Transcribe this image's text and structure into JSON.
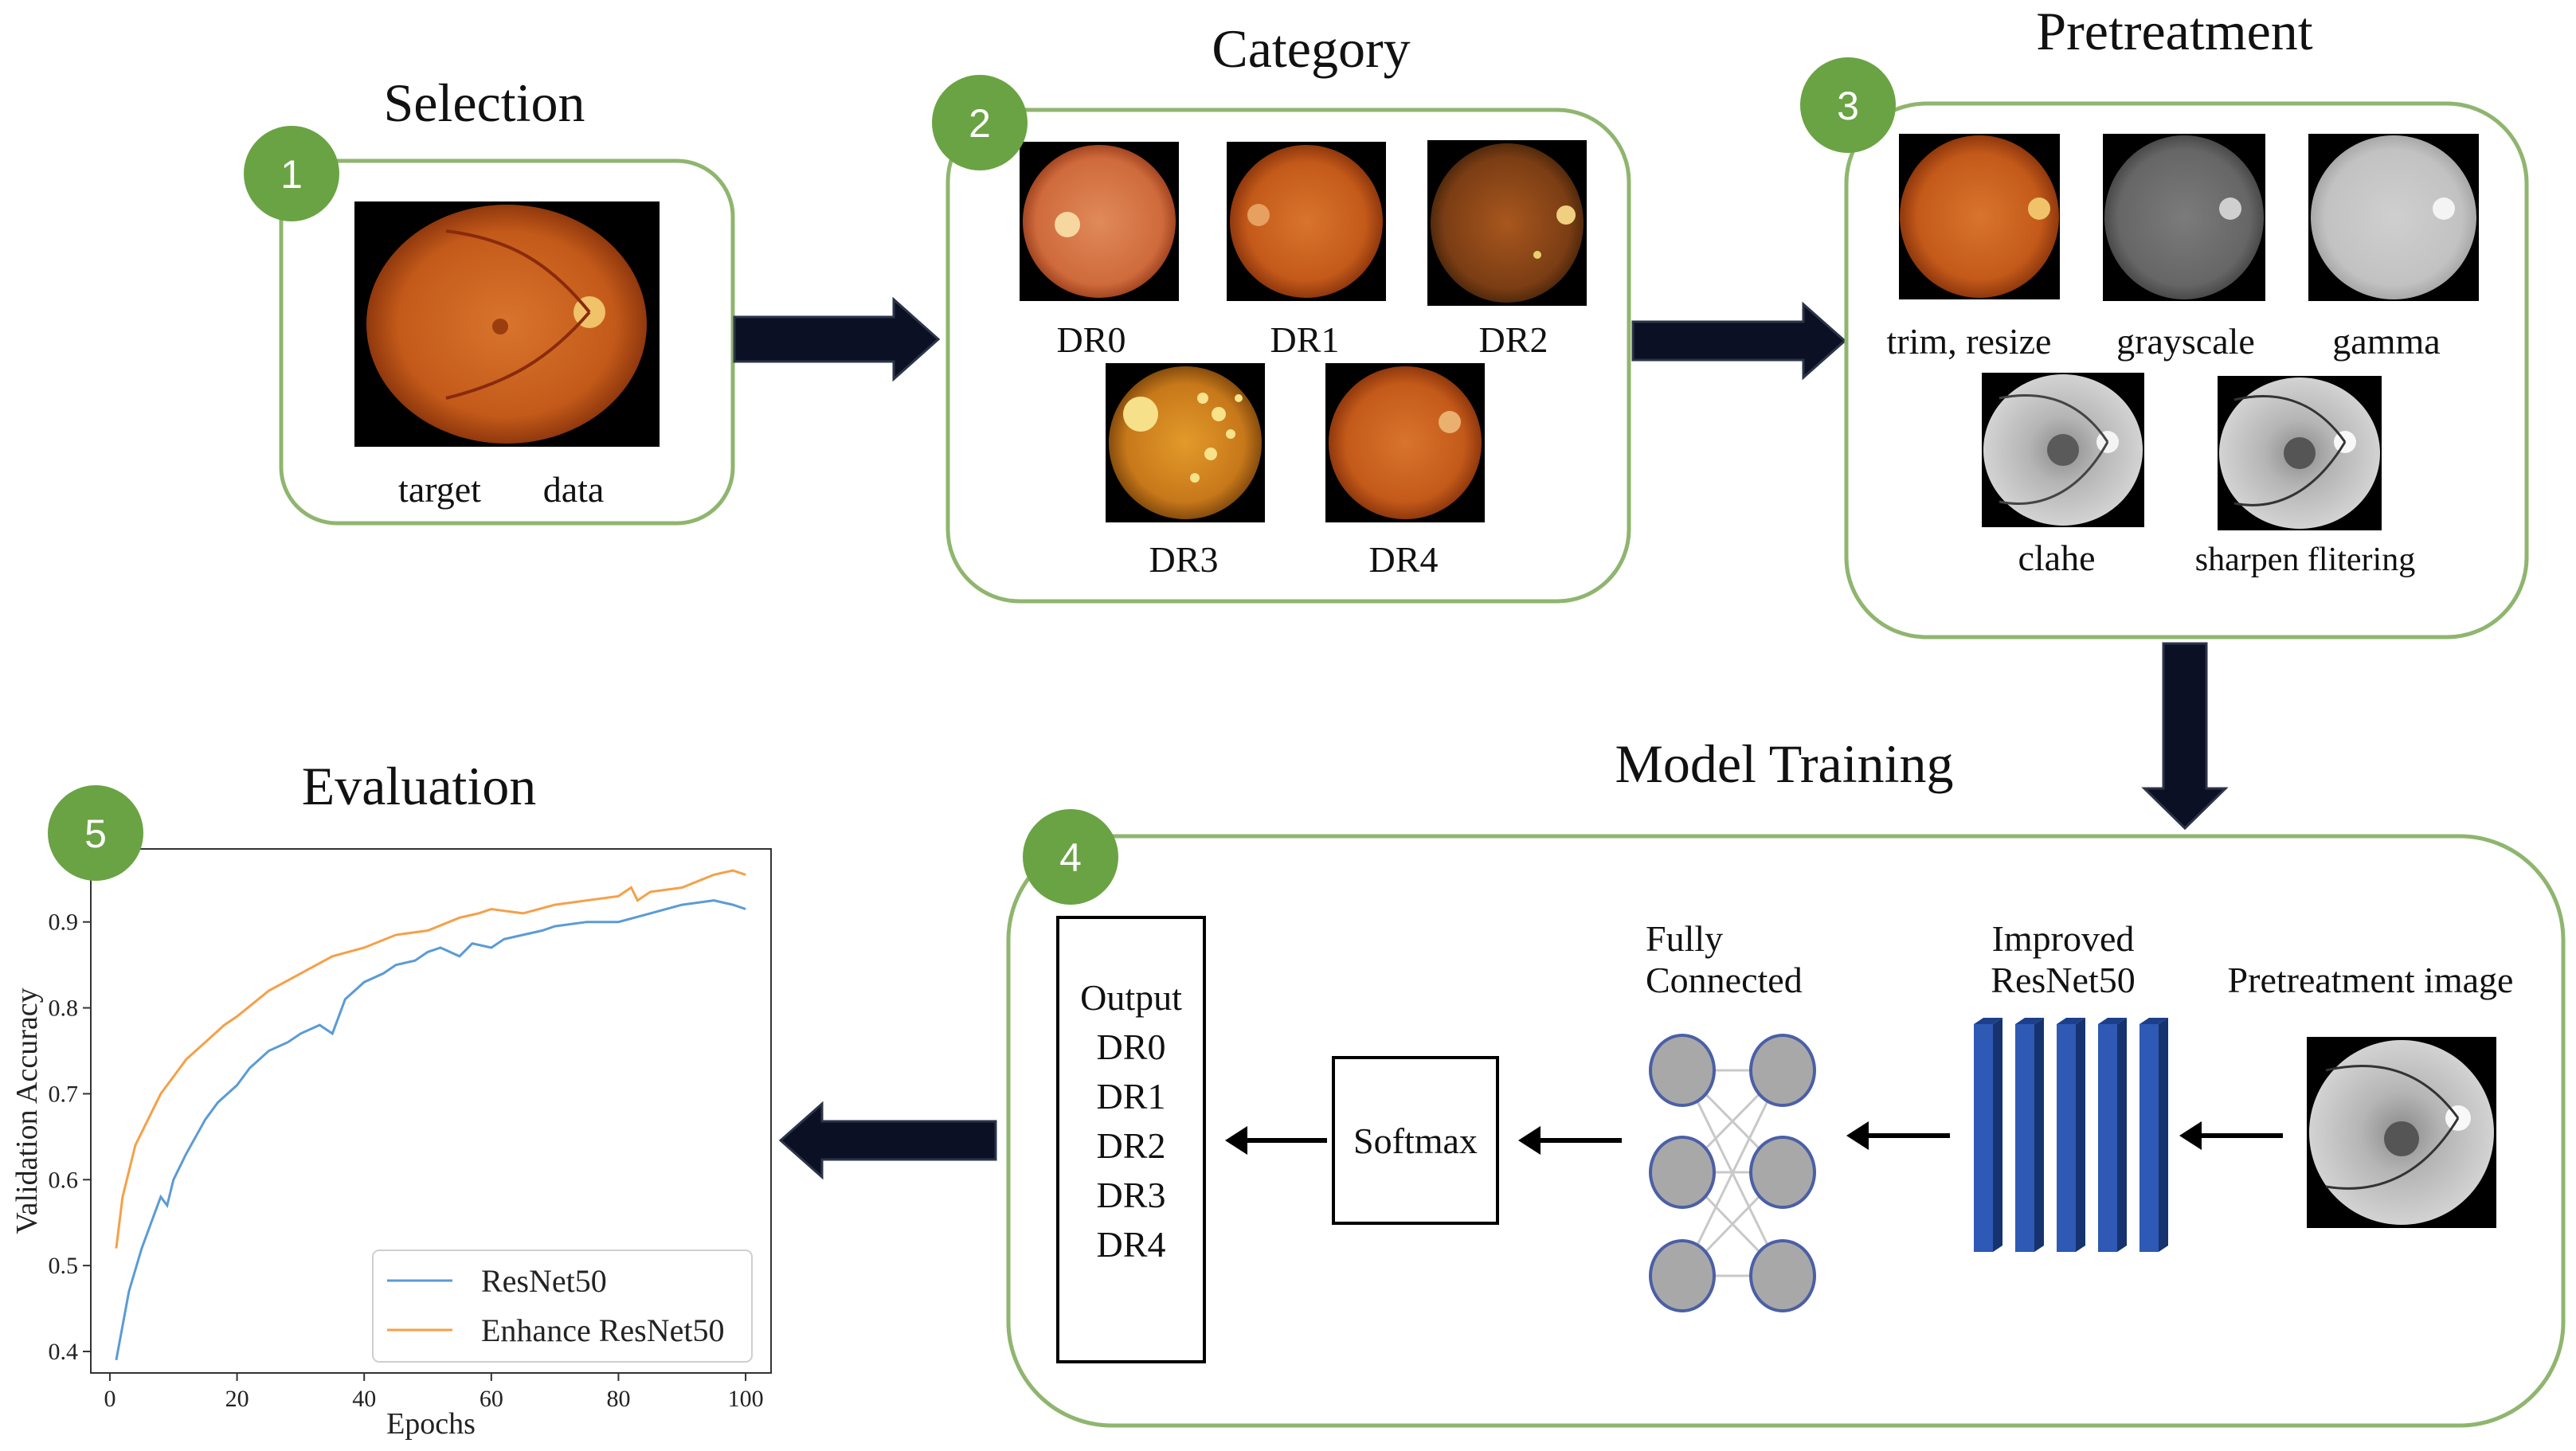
{
  "colors": {
    "badge": "#6aa343",
    "box_border": "#8fb56f",
    "arrow": "#0b1024",
    "block_blue": "#2e59b5",
    "neuron": "#a8a8a8",
    "neuron_border": "#4b5fa6",
    "series_resnet": "#5b9bd5",
    "series_enhance": "#f5a048"
  },
  "steps": {
    "selection": {
      "number": "1",
      "title": "Selection",
      "label_a": "target",
      "label_b": "data"
    },
    "category": {
      "number": "2",
      "title": "Category",
      "classes": [
        "DR0",
        "DR1",
        "DR2",
        "DR3",
        "DR4"
      ]
    },
    "pretreatment": {
      "number": "3",
      "title": "Pretreatment",
      "labels": [
        "trim, resize",
        "grayscale",
        "gamma",
        "clahe",
        "sharpen flitering"
      ]
    },
    "training": {
      "number": "4",
      "title": "Model Training",
      "output_title": "Output",
      "outputs": [
        "DR0",
        "DR1",
        "DR2",
        "DR3",
        "DR4"
      ],
      "softmax": "Softmax",
      "fc_line1": "Fully",
      "fc_line2": "Connected",
      "resnet_line1": "Improved",
      "resnet_line2": "ResNet50",
      "input_label": "Pretreatment image"
    },
    "evaluation": {
      "number": "5",
      "title": "Evaluation"
    }
  },
  "chart_data": {
    "type": "line",
    "title": "",
    "xlabel": "Epochs",
    "ylabel": "Validation Accuracy",
    "xlim": [
      -3,
      104
    ],
    "ylim": [
      0.375,
      0.985
    ],
    "xticks": [
      0,
      20,
      40,
      60,
      80,
      100
    ],
    "yticks": [
      0.4,
      0.5,
      0.6,
      0.7,
      0.8,
      0.9
    ],
    "legend": "lower-right",
    "series": [
      {
        "name": "ResNet50",
        "color": "#5b9bd5",
        "x": [
          1,
          2,
          3,
          5,
          7,
          8,
          9,
          10,
          12,
          15,
          17,
          20,
          22,
          25,
          28,
          30,
          33,
          35,
          37,
          40,
          43,
          45,
          48,
          50,
          52,
          55,
          57,
          60,
          62,
          65,
          68,
          70,
          75,
          80,
          85,
          90,
          95,
          98,
          100
        ],
        "y": [
          0.39,
          0.43,
          0.47,
          0.52,
          0.56,
          0.58,
          0.57,
          0.6,
          0.63,
          0.67,
          0.69,
          0.71,
          0.73,
          0.75,
          0.76,
          0.77,
          0.78,
          0.77,
          0.81,
          0.83,
          0.84,
          0.85,
          0.855,
          0.865,
          0.87,
          0.86,
          0.875,
          0.87,
          0.88,
          0.885,
          0.89,
          0.895,
          0.9,
          0.9,
          0.91,
          0.92,
          0.925,
          0.92,
          0.915
        ]
      },
      {
        "name": "Enhance ResNet50",
        "color": "#f5a048",
        "x": [
          1,
          2,
          4,
          6,
          8,
          10,
          12,
          15,
          18,
          20,
          25,
          30,
          35,
          40,
          45,
          50,
          55,
          58,
          60,
          65,
          70,
          75,
          80,
          82,
          83,
          85,
          90,
          95,
          98,
          100
        ],
        "y": [
          0.52,
          0.58,
          0.64,
          0.67,
          0.7,
          0.72,
          0.74,
          0.76,
          0.78,
          0.79,
          0.82,
          0.84,
          0.86,
          0.87,
          0.885,
          0.89,
          0.905,
          0.91,
          0.915,
          0.91,
          0.92,
          0.925,
          0.93,
          0.94,
          0.925,
          0.935,
          0.94,
          0.955,
          0.96,
          0.955
        ]
      }
    ]
  }
}
